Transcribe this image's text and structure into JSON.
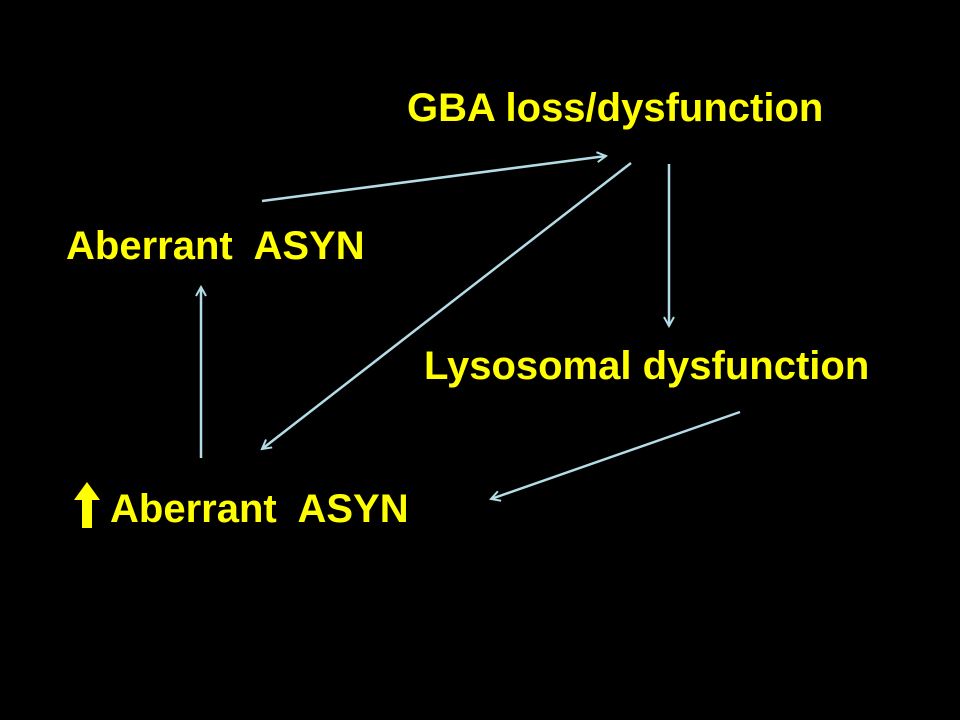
{
  "slide": {
    "background": "#000000",
    "text_color": "#ffff00",
    "arrow_color": "#b4dce6"
  },
  "nodes": {
    "gba": "GBA loss/dysfunction",
    "aberrant_top": "Aberrant  ASYN",
    "lysosomal": "Lysosomal dysfunction",
    "aberrant_bottom": "Aberrant  ASYN"
  },
  "icons": {
    "increase": "up-arrow-icon",
    "connector": "arrow-icon"
  }
}
